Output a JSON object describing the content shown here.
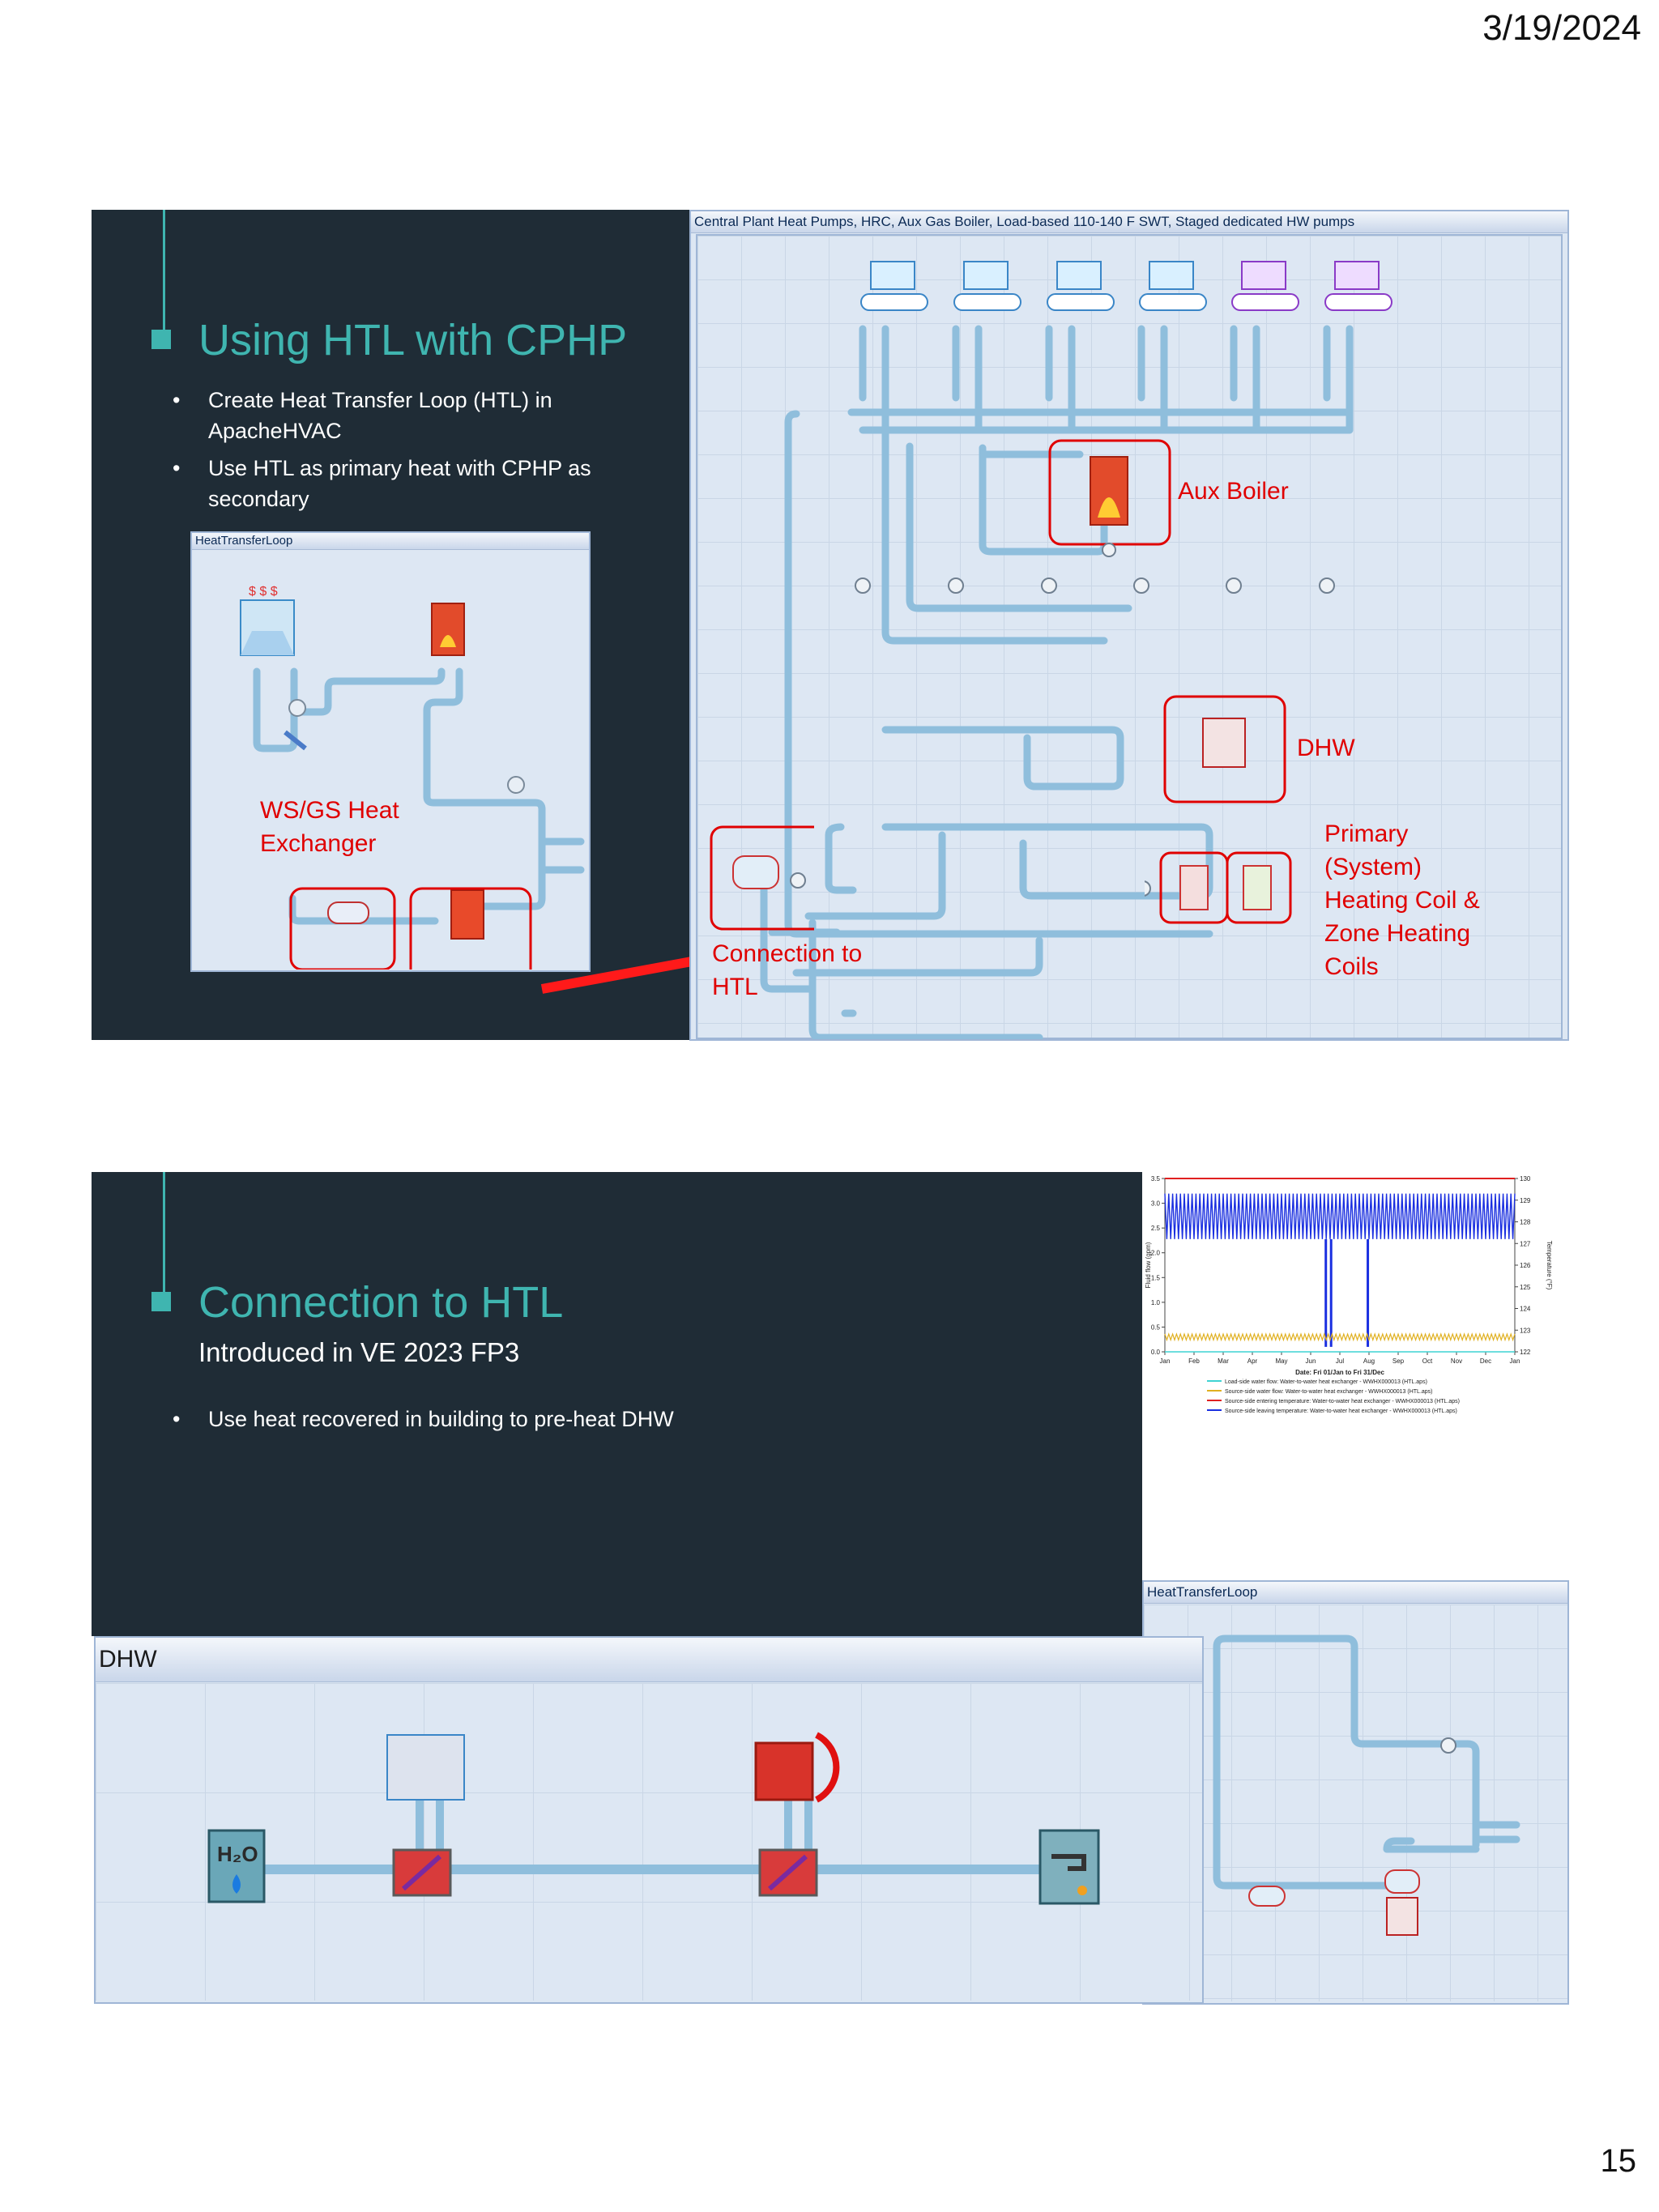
{
  "header": {
    "date": "3/19/2024",
    "page_number": "15"
  },
  "slide1": {
    "title": "Using HTL with CPHP",
    "bullets": [
      "Create Heat Transfer Loop (HTL) in ApacheHVAC",
      "Use HTL as primary heat with CPHP as secondary"
    ],
    "small_panel_title": "HeatTransferLoop",
    "small_panel_label": "WS/GS Heat Exchanger",
    "big_panel_title": "Central Plant Heat Pumps, HRC, Aux Gas Boiler, Load-based 110-140 F SWT, Staged dedicated HW pumps",
    "annotations": {
      "aux_boiler": "Aux Boiler",
      "dhw": "DHW",
      "primary": "Primary (System) Heating Coil & Zone Heating Coils",
      "connection": "Connection to HTL"
    },
    "colors": {
      "annotation": "#e00000",
      "accent": "#3fb5b0",
      "slide_bg": "#1f2c36",
      "pipe": "#8fbedc"
    }
  },
  "slide2": {
    "title": "Connection to HTL",
    "subtitle": "Introduced in VE 2023 FP3",
    "bullets": [
      "Use heat recovered in building to pre-heat DHW"
    ],
    "dhw_panel_title": "DHW",
    "htl_panel_title": "HeatTransferLoop"
  },
  "chart_data": {
    "type": "line",
    "categories": [
      "Jan",
      "Feb",
      "Mar",
      "Apr",
      "May",
      "Jun",
      "Jul",
      "Aug",
      "Sep",
      "Oct",
      "Nov",
      "Dec",
      "Jan"
    ],
    "xlabel": "Date: Fri 01/Jan to Fri 31/Dec",
    "ylabel": "Fluid flow (gpm)",
    "y2label": "Temperature (°F)",
    "ylim": [
      0.0,
      3.5
    ],
    "y2lim": [
      122,
      130
    ],
    "yticks": [
      "0.0",
      "0.5",
      "1.0",
      "1.5",
      "2.0",
      "2.5",
      "3.0",
      "3.5"
    ],
    "y2ticks": [
      "122",
      "123",
      "124",
      "125",
      "126",
      "127",
      "128",
      "129",
      "130"
    ],
    "series": [
      {
        "name": "Load-side water flow: Water-to-water heat exchanger - WWHX000013 (HTL.aps)",
        "color": "#3fd3d3",
        "level": 0.0
      },
      {
        "name": "Source-side water flow: Water-to-water heat exchanger - WWHX000013 (HTL.aps)",
        "color": "#e0b020",
        "level": 0.3
      },
      {
        "name": "Source-side entering temperature: Water-to-water heat exchanger - WWHX000013 (HTL.aps)",
        "color": "#e02020",
        "level": 130
      },
      {
        "name": "Source-side leaving temperature: Water-to-water heat exchanger - WWHX000013 (HTL.aps)",
        "color": "#1a2fe0",
        "level_low": 127.2,
        "level_high": 129.3
      }
    ]
  }
}
